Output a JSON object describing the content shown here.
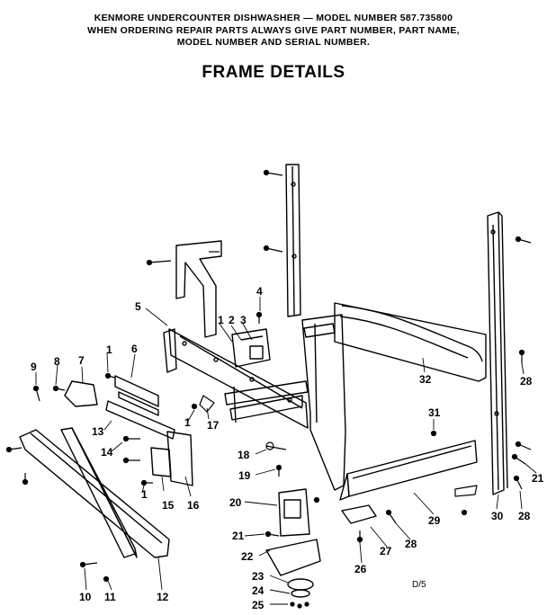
{
  "header": {
    "line1": "KENMORE UNDERCOUNTER DISHWASHER — MODEL NUMBER 587.735800",
    "line2": "WHEN ORDERING REPAIR PARTS ALWAYS GIVE PART NUMBER, PART NAME,",
    "line3": "MODEL NUMBER AND SERIAL NUMBER."
  },
  "title": "FRAME DETAILS",
  "callouts": [
    "1",
    "2",
    "3",
    "4",
    "5",
    "6",
    "7",
    "8",
    "9",
    "10",
    "11",
    "12",
    "13",
    "14",
    "15",
    "16",
    "17",
    "18",
    "19",
    "20",
    "21",
    "22",
    "23",
    "24",
    "25",
    "26",
    "27",
    "28",
    "29",
    "30",
    "31",
    "32"
  ],
  "page_code": "D/5"
}
